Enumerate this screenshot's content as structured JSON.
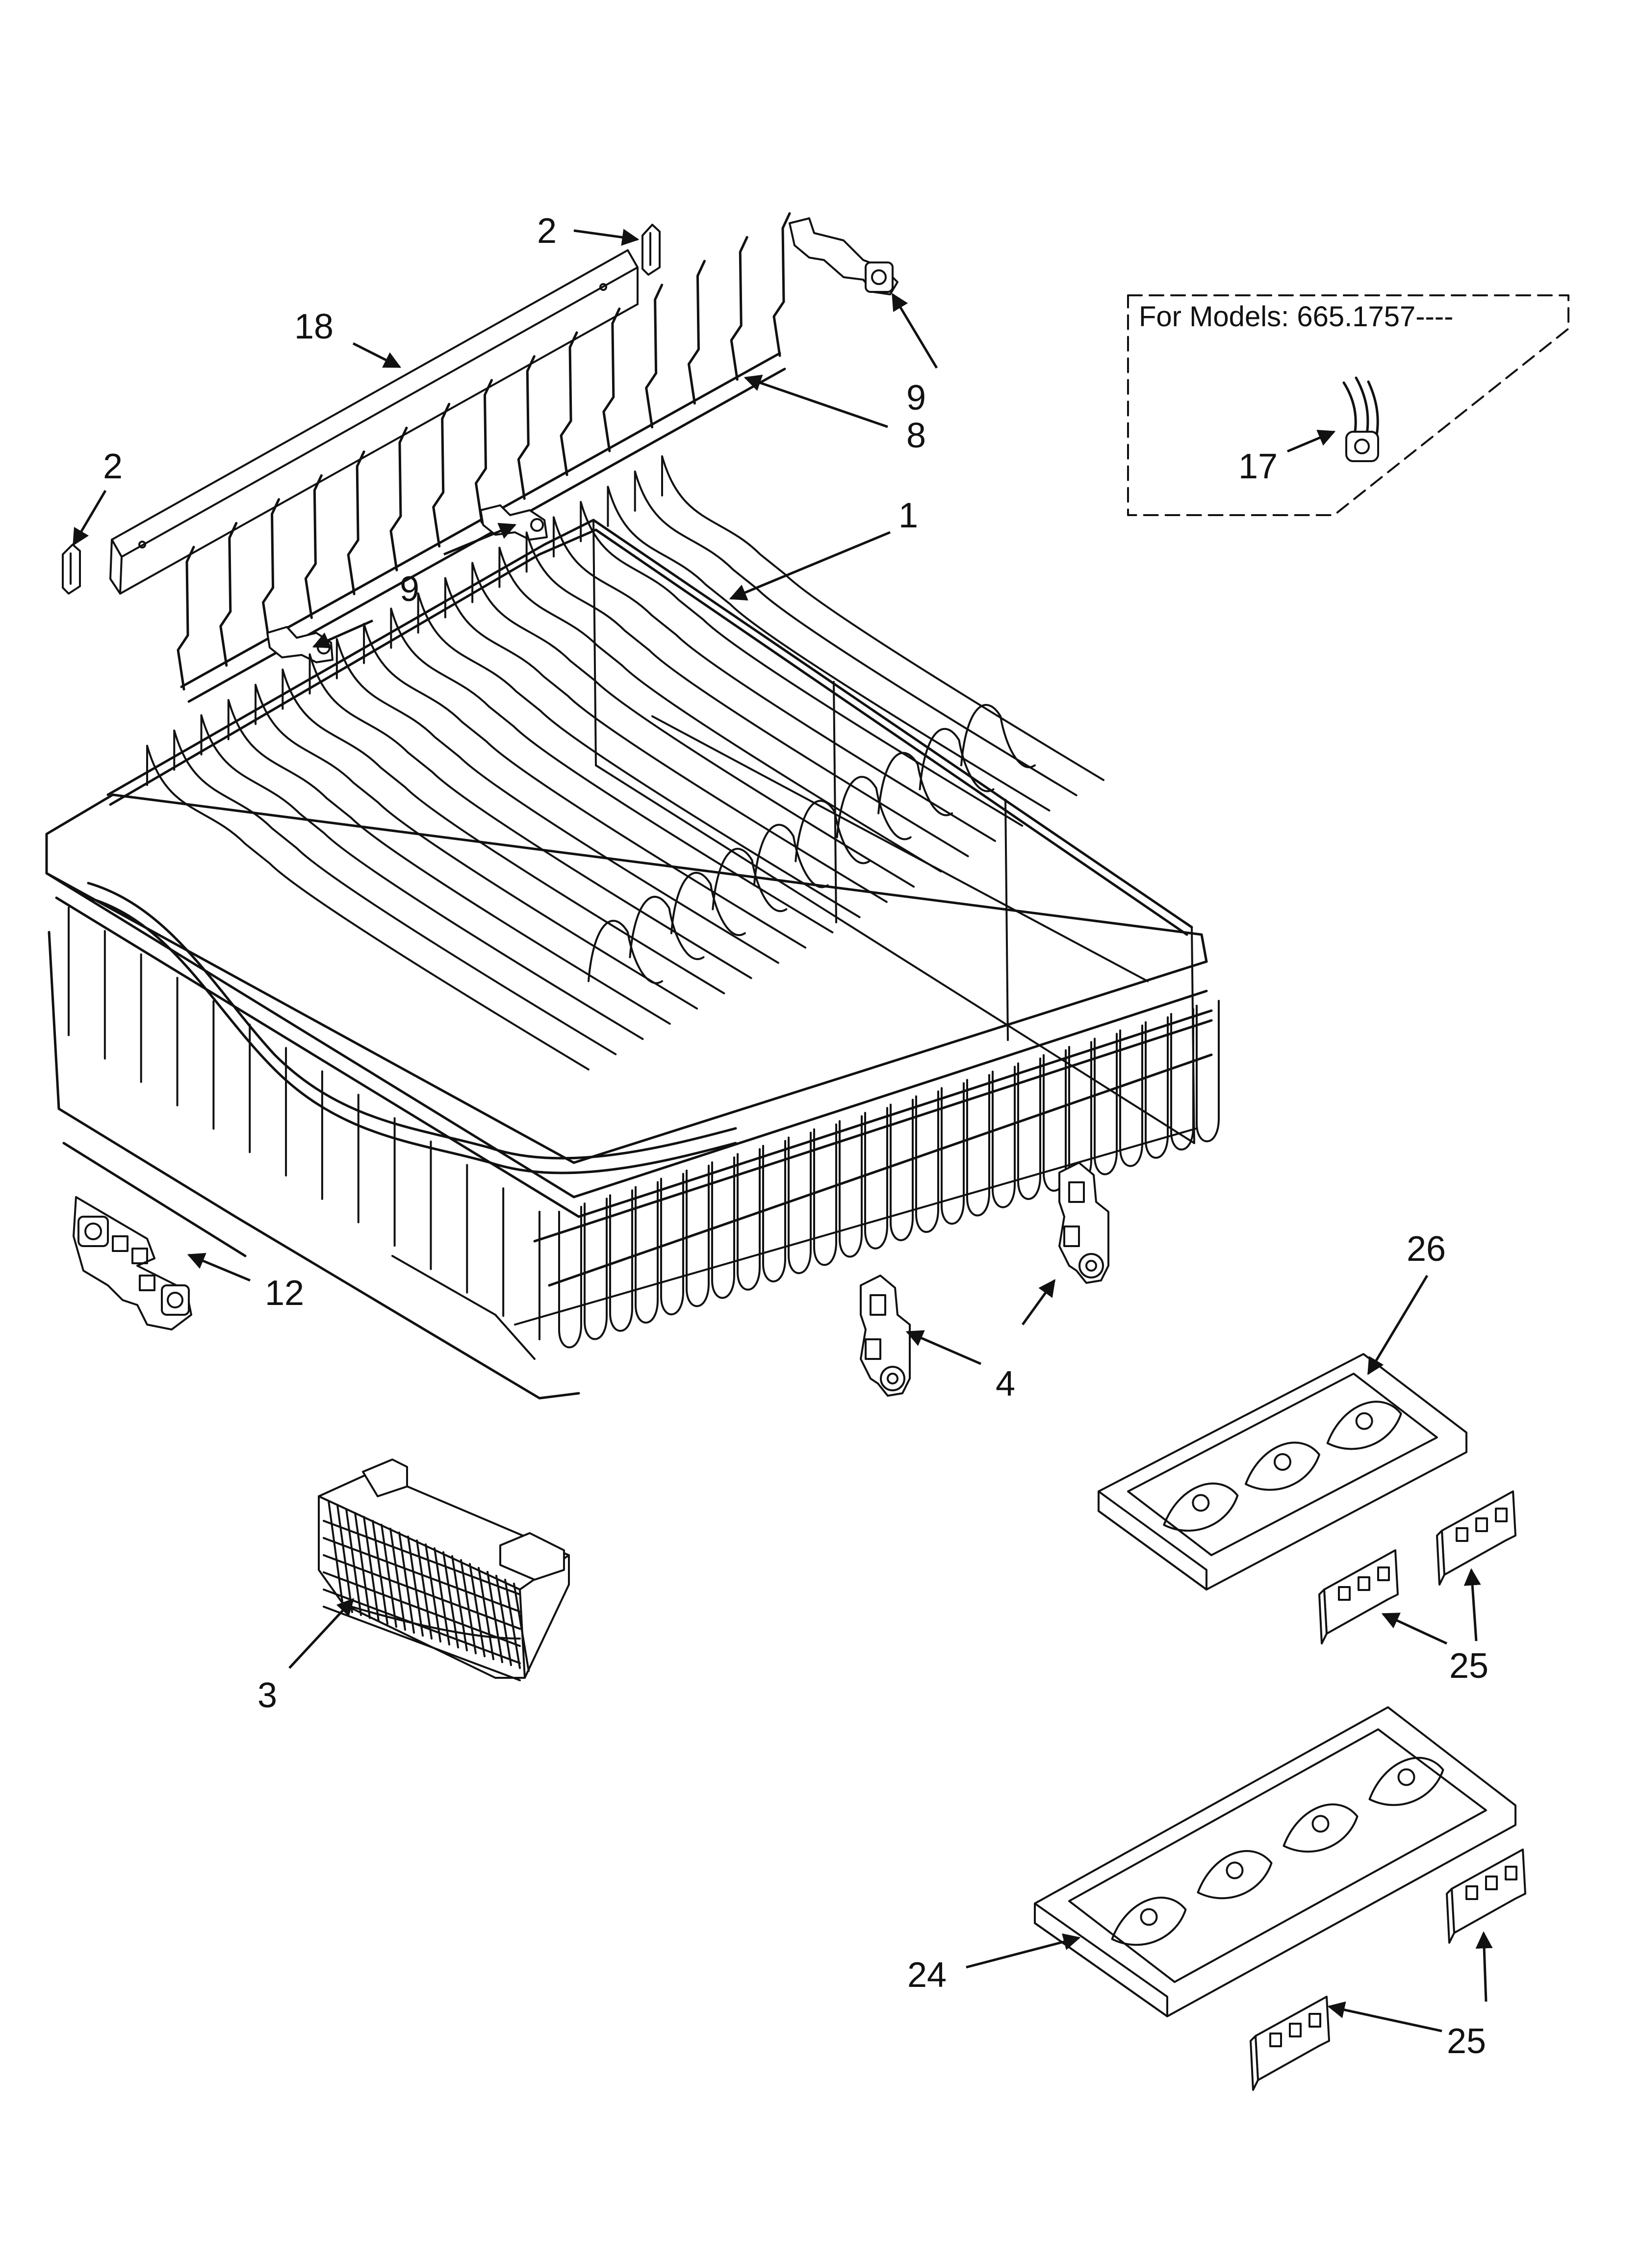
{
  "diagram": {
    "model_box": {
      "text": "For Models: 665.1757----"
    },
    "callouts": [
      {
        "id": "c2a",
        "text": "2"
      },
      {
        "id": "c18",
        "text": "18"
      },
      {
        "id": "c9a",
        "text": "9"
      },
      {
        "id": "c8",
        "text": "8"
      },
      {
        "id": "c2b",
        "text": "2"
      },
      {
        "id": "c9b",
        "text": "9"
      },
      {
        "id": "c1",
        "text": "1"
      },
      {
        "id": "c17",
        "text": "17"
      },
      {
        "id": "c12",
        "text": "12"
      },
      {
        "id": "c4",
        "text": "4"
      },
      {
        "id": "c26",
        "text": "26"
      },
      {
        "id": "c3",
        "text": "3"
      },
      {
        "id": "c25a",
        "text": "25"
      },
      {
        "id": "c24",
        "text": "24"
      },
      {
        "id": "c25b",
        "text": "25"
      }
    ]
  },
  "colors": {
    "ink": "#111111",
    "paper": "#ffffff"
  }
}
